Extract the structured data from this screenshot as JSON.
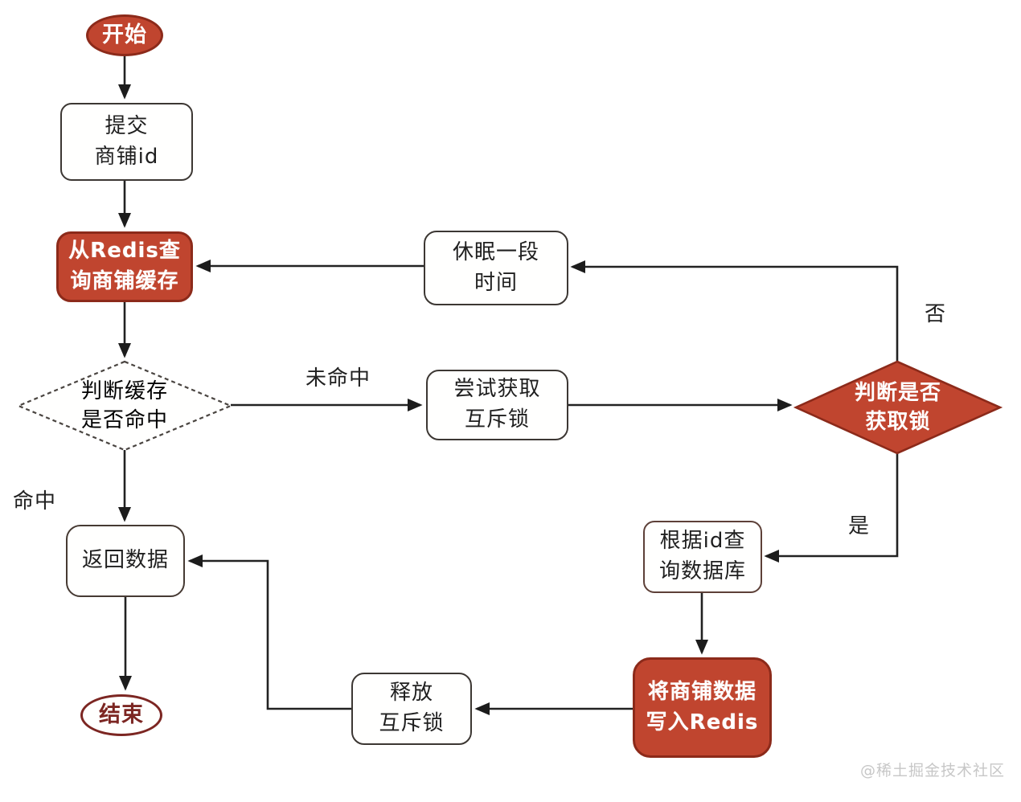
{
  "diagram": {
    "type": "flowchart",
    "language": "zh-CN",
    "topic": "Redis cache query with mutex lock flow",
    "nodes": {
      "start": {
        "shape": "terminator",
        "label": "开始"
      },
      "submit": {
        "shape": "process",
        "lines": [
          "提交",
          "商铺id"
        ]
      },
      "redis_query": {
        "shape": "process",
        "lines": [
          "从Redis查",
          "询商铺缓存"
        ]
      },
      "cache_hit": {
        "shape": "decision",
        "lines": [
          "判断缓存",
          "是否命中"
        ]
      },
      "sleep": {
        "shape": "process",
        "lines": [
          "休眠一段",
          "时间"
        ]
      },
      "try_mutex": {
        "shape": "process",
        "lines": [
          "尝试获取",
          "互斥锁"
        ]
      },
      "lock_decision": {
        "shape": "decision",
        "lines": [
          "判断是否",
          "获取锁"
        ]
      },
      "query_db": {
        "shape": "process",
        "lines": [
          "根据id查",
          "询数据库"
        ]
      },
      "write_redis": {
        "shape": "process",
        "lines": [
          "将商铺数据",
          "写入Redis"
        ]
      },
      "release_mutex": {
        "shape": "process",
        "lines": [
          "释放",
          "互斥锁"
        ]
      },
      "return_data": {
        "shape": "process",
        "label": "返回数据"
      },
      "end": {
        "shape": "terminator",
        "label": "结束"
      }
    },
    "edge_labels": {
      "miss": "未命中",
      "hit": "命中",
      "no": "否",
      "yes": "是"
    },
    "watermark": "@稀土掘金技术社区",
    "colors": {
      "accent_red_fill": "#c0452f",
      "accent_red_border": "#8c2a1a",
      "end_terminator_red": "#7c2622",
      "line_color": "#222222",
      "watermark_gray": "#c7c7c7"
    }
  }
}
